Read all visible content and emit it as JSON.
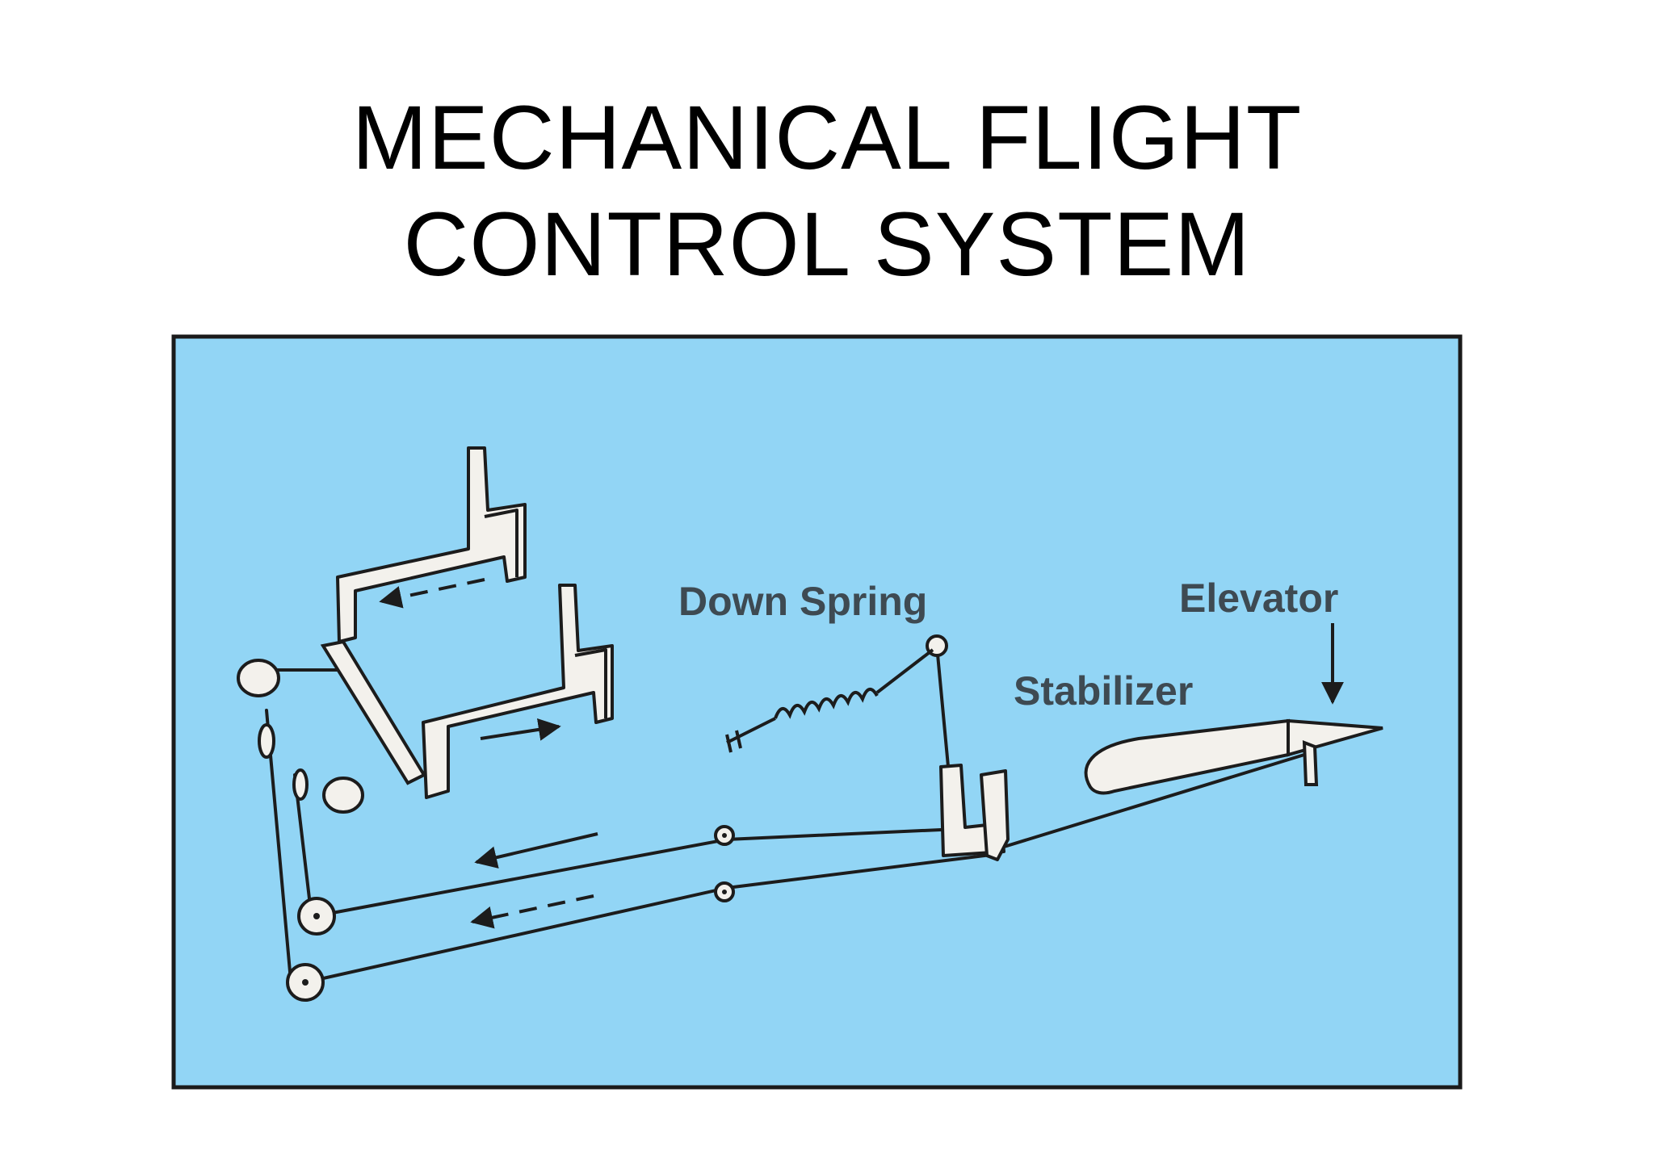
{
  "title": {
    "line1": "MECHANICAL FLIGHT",
    "line2": "CONTROL SYSTEM"
  },
  "labels": {
    "down_spring": "Down Spring",
    "elevator": "Elevator",
    "stabilizer": "Stabilizer"
  },
  "colors": {
    "panel_fill": "#92d5f5",
    "panel_border": "#1a1a1a",
    "part_fill": "#f3f1ec",
    "line": "#1c1c1c"
  }
}
